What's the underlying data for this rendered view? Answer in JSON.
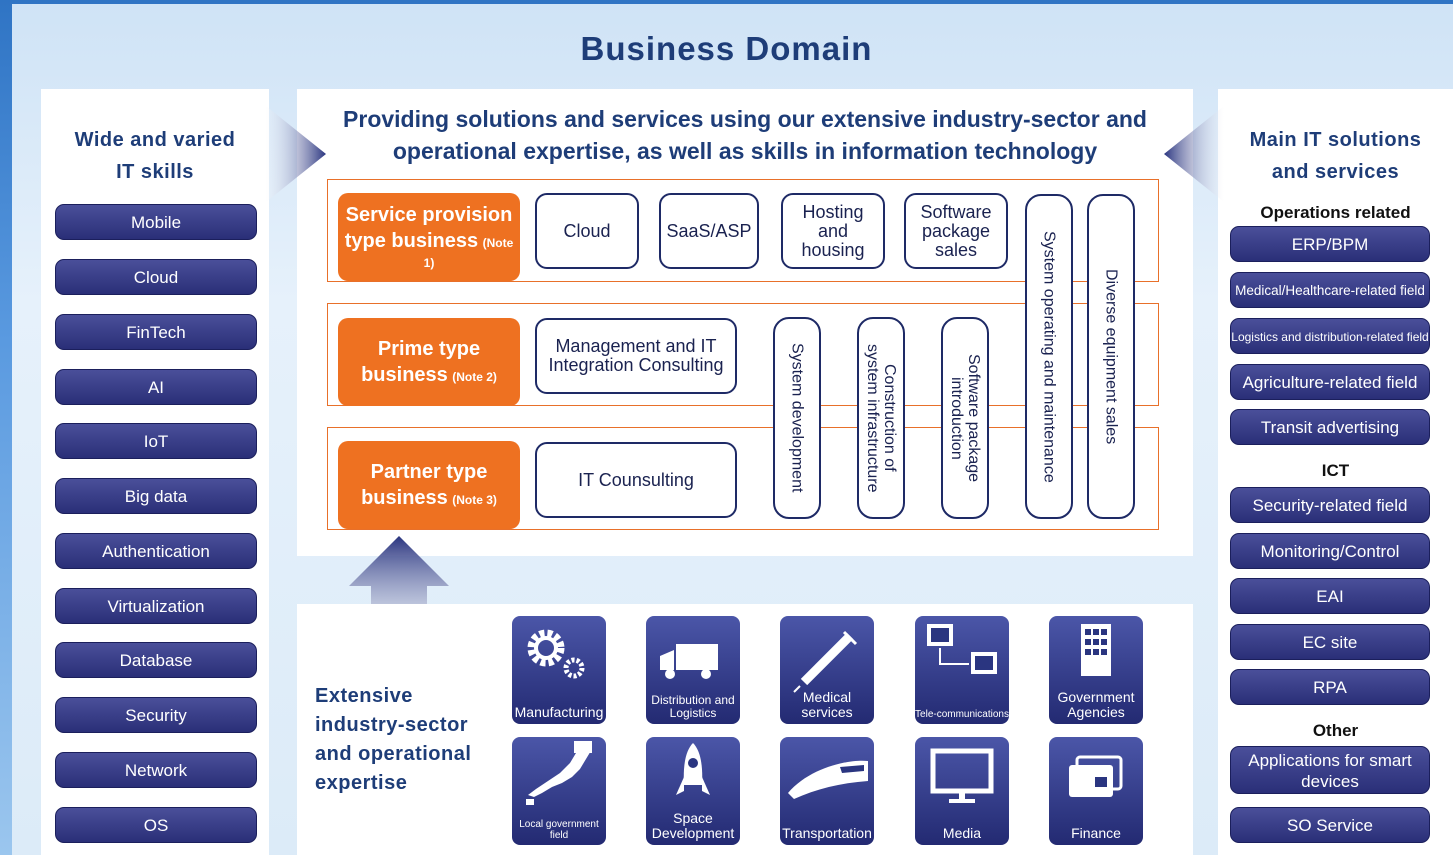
{
  "title": "Business Domain",
  "left_panel": {
    "heading_line1": "Wide and varied",
    "heading_line2": "IT skills",
    "items": [
      "Mobile",
      "Cloud",
      "FinTech",
      "AI",
      "IoT",
      "Big data",
      "Authentication",
      "Virtualization",
      "Database",
      "Security",
      "Network",
      "OS"
    ]
  },
  "right_panel": {
    "heading_line1": "Main IT solutions",
    "heading_line2": "and services",
    "operations_label": "Operations related",
    "operations": [
      "ERP/BPM",
      "Medical/Healthcare-related field",
      "Logistics and distribution-related field",
      "Agriculture-related field",
      "Transit advertising"
    ],
    "ict_label": "ICT",
    "ict": [
      "Security-related field",
      "Monitoring/Control",
      "EAI",
      "EC site",
      "RPA"
    ],
    "other_label": "Other",
    "other": [
      "Applications for smart devices",
      "SO Service"
    ]
  },
  "center": {
    "heading_line1": "Providing solutions and services using our extensive industry-sector and",
    "heading_line2": "operational expertise, as well as skills in information technology",
    "rows": [
      {
        "line1": "Service provision",
        "line2": "type business",
        "note": "(Note 1)"
      },
      {
        "line1": "Prime type",
        "line2": "business",
        "note": "(Note 2)"
      },
      {
        "line1": "Partner type",
        "line2": "business",
        "note": "(Note 3)"
      }
    ],
    "services": {
      "cloud": "Cloud",
      "saas": "SaaS/ASP",
      "hosting": "Hosting\nand\nhousing",
      "software_sales": "Software\npackage\nsales",
      "mgmt_consulting": "Management and IT\nIntegration Consulting",
      "it_consulting": "IT Counsulting",
      "system_development": "System development",
      "construction": "Construction of\nsystem infrastructure",
      "software_intro": "Software package\nintroduction",
      "system_operating": "System operating and maintenance",
      "diverse_equipment": "Diverse equipment sales"
    }
  },
  "industry": {
    "text_line1": "Extensive",
    "text_line2": "industry-sector",
    "text_line3": "and operational",
    "text_line4": "expertise",
    "tiles": [
      {
        "label": "Manufacturing",
        "icon": "gears-icon"
      },
      {
        "label": "Distribution and Logistics",
        "icon": "truck-icon"
      },
      {
        "label": "Medical services",
        "icon": "syringe-icon"
      },
      {
        "label": "Tele-communications",
        "icon": "computers-icon"
      },
      {
        "label": "Government Agencies",
        "icon": "building-icon"
      },
      {
        "label": "Local government field",
        "icon": "japan-map-icon"
      },
      {
        "label": "Space Development",
        "icon": "rocket-icon"
      },
      {
        "label": "Transportation",
        "icon": "bullet-train-icon"
      },
      {
        "label": "Media",
        "icon": "monitor-icon"
      },
      {
        "label": "Finance",
        "icon": "cards-icon"
      }
    ]
  }
}
